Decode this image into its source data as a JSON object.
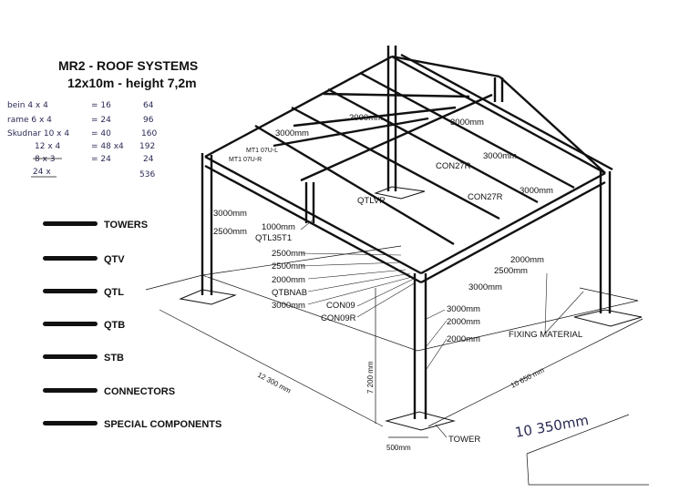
{
  "title": {
    "line1": "MR2 - ROOF SYSTEMS",
    "line2": "12x10m - height 7,2m"
  },
  "handwritten": {
    "rows": [
      {
        "left": "bein 4   x  4",
        "eq": "= 16",
        "right": "64"
      },
      {
        "left": "rame 6   x  4",
        "eq": "= 24",
        "right": "96"
      },
      {
        "left": "Skudnar 10  x  4",
        "eq": "= 40",
        "right": "160"
      },
      {
        "left": "12  x  4",
        "eq": "= 48  x4",
        "right": "192"
      },
      {
        "left": "8 x 3",
        "eq": "= 24",
        "right": "24"
      },
      {
        "left": "24 x",
        "eq": "",
        "right": "536"
      }
    ],
    "note": "10 350mm"
  },
  "legend": [
    {
      "label": "TOWERS"
    },
    {
      "label": "QTV"
    },
    {
      "label": "QTL"
    },
    {
      "label": "QTB"
    },
    {
      "label": "STB"
    },
    {
      "label": "CONNECTORS"
    },
    {
      "label": "SPECIAL COMPONENTS"
    }
  ],
  "labels": {
    "top_2000": "2000mm",
    "top_3000a": "3000mm",
    "top_3000b": "3000mm",
    "top_3000c": "3000mm",
    "mt1a": "MT1 07U-L",
    "mt1b": "MT1 07U-R",
    "con27r_a": "CON27R",
    "con27r_b": "CON27R",
    "qtlvr": "QTLVR",
    "right_3000": "3000mm",
    "left_3000": "3000mm",
    "left_2500": "2500mm",
    "l_1000": "1000mm",
    "l_qtl35t1": "QTL35T1",
    "l_2500a": "2500mm",
    "l_2500b": "2500mm",
    "l_2000": "2000mm",
    "l_qtbnab": "QTBNAB",
    "l_3000": "3000mm",
    "con09": "CON09",
    "con09r": "CON09R",
    "r_2000": "2000mm",
    "r_2500": "2500mm",
    "c_3000": "3000mm",
    "f_3000": "3000mm",
    "f_2000a": "2000mm",
    "f_2000b": "2000mm",
    "fixing": "FIXING MATERIAL",
    "dim_12300": "12 300 mm",
    "dim_10650": "10 650 mm",
    "dim_7200": "7 200 mm",
    "dim_500": "500mm",
    "tower": "TOWER"
  }
}
